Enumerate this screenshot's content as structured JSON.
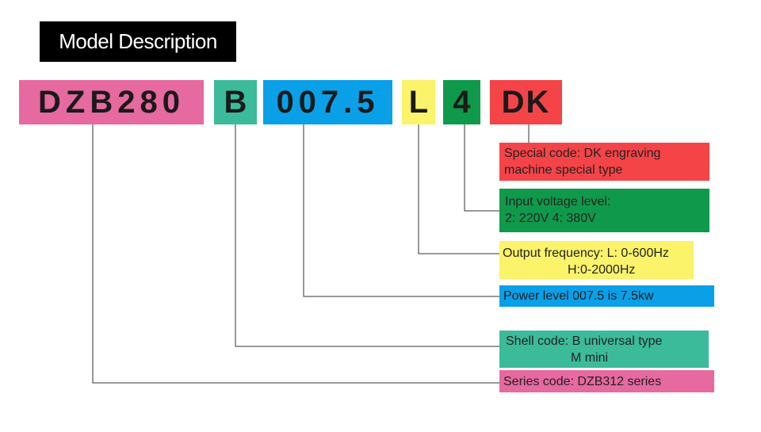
{
  "title": "Model Description",
  "segments": [
    {
      "text": "DZB280",
      "color": "#e6699f"
    },
    {
      "text": "B",
      "color": "#3bbb9a"
    },
    {
      "text": "007.5",
      "color": "#0aa0e8"
    },
    {
      "text": "L",
      "color": "#fbf36a"
    },
    {
      "text": "4",
      "color": "#0f9a4b"
    },
    {
      "text": "DK",
      "color": "#f44448"
    }
  ],
  "descriptions": {
    "special": {
      "lines": [
        "Special code: DK engraving",
        "machine special type"
      ],
      "color": "#f44448"
    },
    "voltage": {
      "lines": [
        "Input voltage level:",
        "2: 220V 4: 380V"
      ],
      "color": "#0f9a4b"
    },
    "frequency": {
      "lines": [
        "Output frequency: L: 0-600Hz",
        "H:0-2000Hz"
      ],
      "color": "#fbf36a"
    },
    "power": {
      "lines": [
        "Power level 007.5 is 7.5kw"
      ],
      "color": "#0aa0e8"
    },
    "shell": {
      "lines": [
        "Shell code: B universal type",
        "M mini"
      ],
      "color": "#3bbb9a"
    },
    "series": {
      "lines": [
        "Series code: DZB312 series"
      ],
      "color": "#e6699f"
    }
  }
}
